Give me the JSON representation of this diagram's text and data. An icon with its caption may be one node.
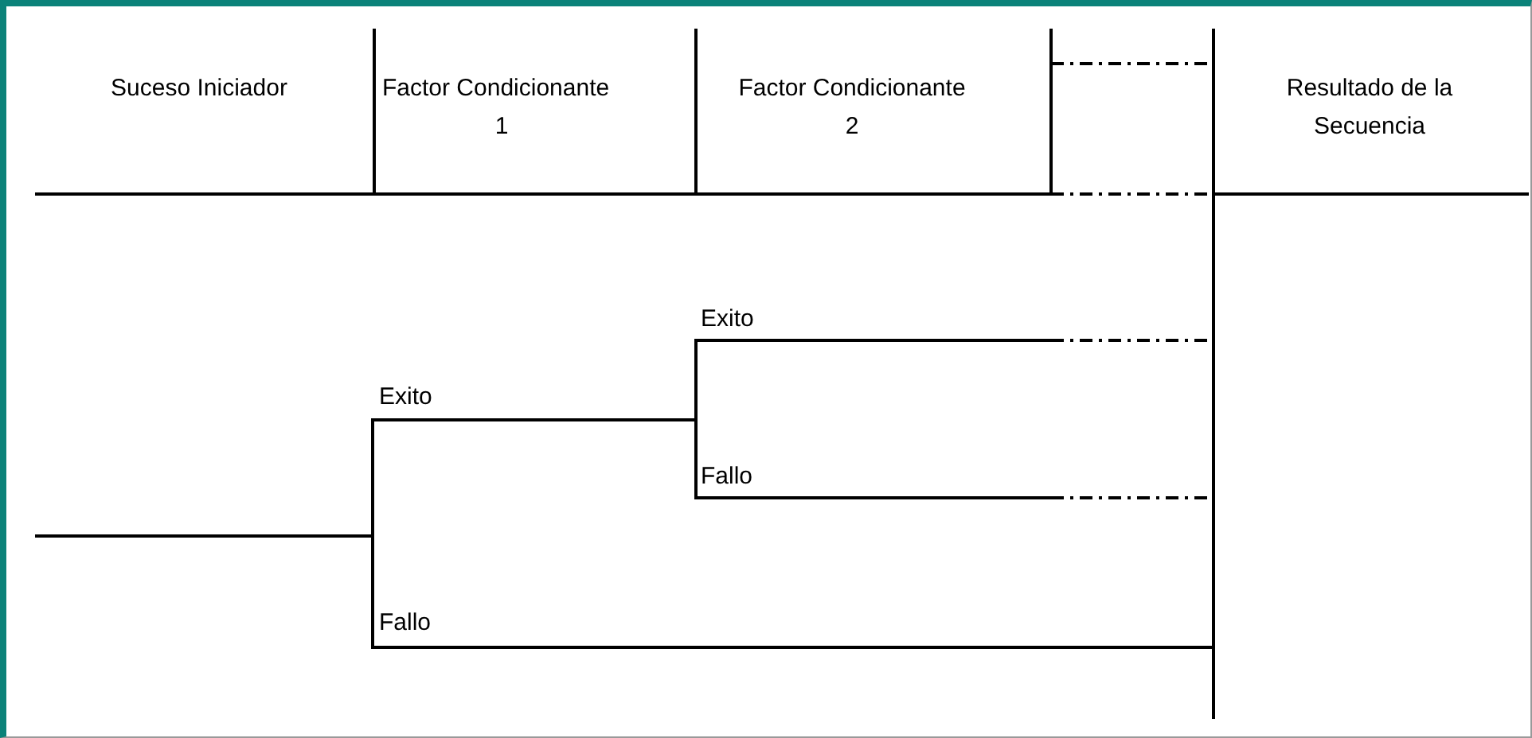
{
  "diagram": {
    "labels": [
      "Suceso Iniciador",
      "Factor Condicionante 1",
      "Factor Condicionante 2",
      "Resultado de la Secuencia",
      "Exito",
      "Exito",
      "Fallo",
      "Fallo"
    ]
  }
}
